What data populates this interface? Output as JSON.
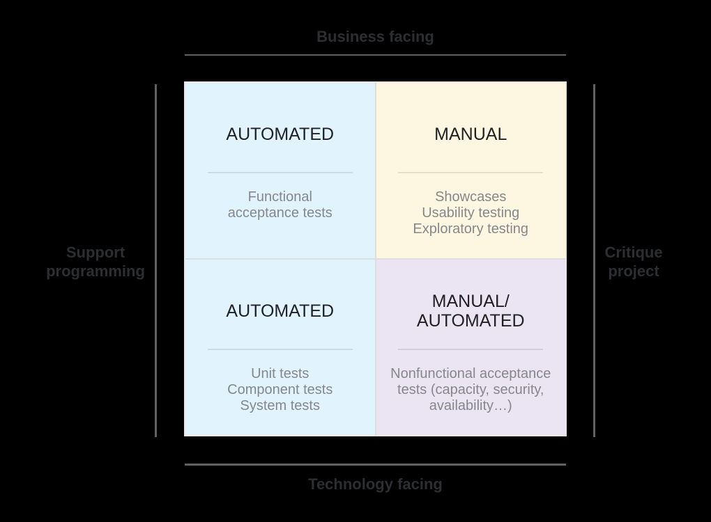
{
  "diagram": {
    "axis_labels": {
      "top": "Business facing",
      "bottom": "Technology facing",
      "left": "Support\nprogramming",
      "right": "Critique\nproject"
    },
    "quadrants": {
      "top_left": {
        "title": "AUTOMATED",
        "items": "Functional\nacceptance tests",
        "bg": "#e1f3fc"
      },
      "top_right": {
        "title": "MANUAL",
        "items": "Showcases\nUsability testing\nExploratory testing",
        "bg": "#fdf7e1"
      },
      "bottom_left": {
        "title": "AUTOMATED",
        "items": "Unit tests\nComponent tests\nSystem tests",
        "bg": "#e1f3fc"
      },
      "bottom_right": {
        "title": "MANUAL/\nAUTOMATED",
        "items": "Nonfunctional acceptance\ntests (capacity, security,\navailability…)",
        "bg": "#ebe5f3"
      }
    },
    "colors": {
      "background": "#000000",
      "axis_line": "#616161",
      "axis_label_text": "#2c2e31",
      "quadrant_title_text": "#202124",
      "quadrant_item_text": "#85878b",
      "grid_separator": "#dedede",
      "grid_border": "#e9e6e2"
    }
  }
}
